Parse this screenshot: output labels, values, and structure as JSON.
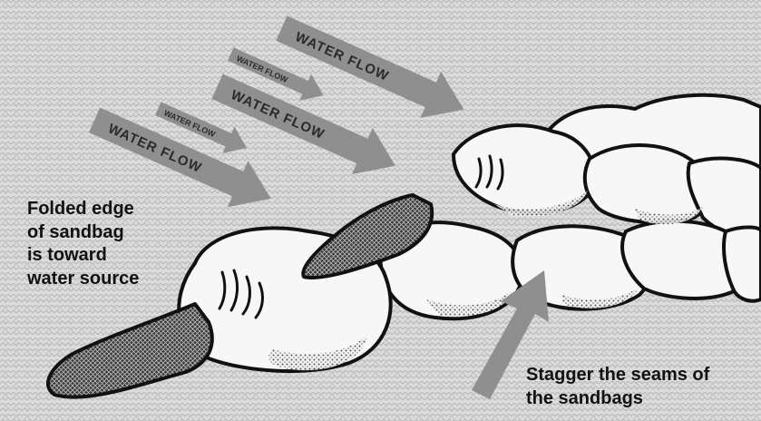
{
  "flow_labels": {
    "big": "WATER FLOW",
    "small": "WATER FLOW"
  },
  "notes": {
    "folded_edge": [
      "Folded edge",
      "of sandbag",
      "is toward",
      "water source"
    ],
    "stagger": [
      "Stagger the seams of",
      "the sandbags"
    ]
  },
  "colors": {
    "background": "#d9d9d9",
    "sandbag": "#f7f7f7",
    "outline": "#111111",
    "arrow": "#8f8f8f"
  }
}
